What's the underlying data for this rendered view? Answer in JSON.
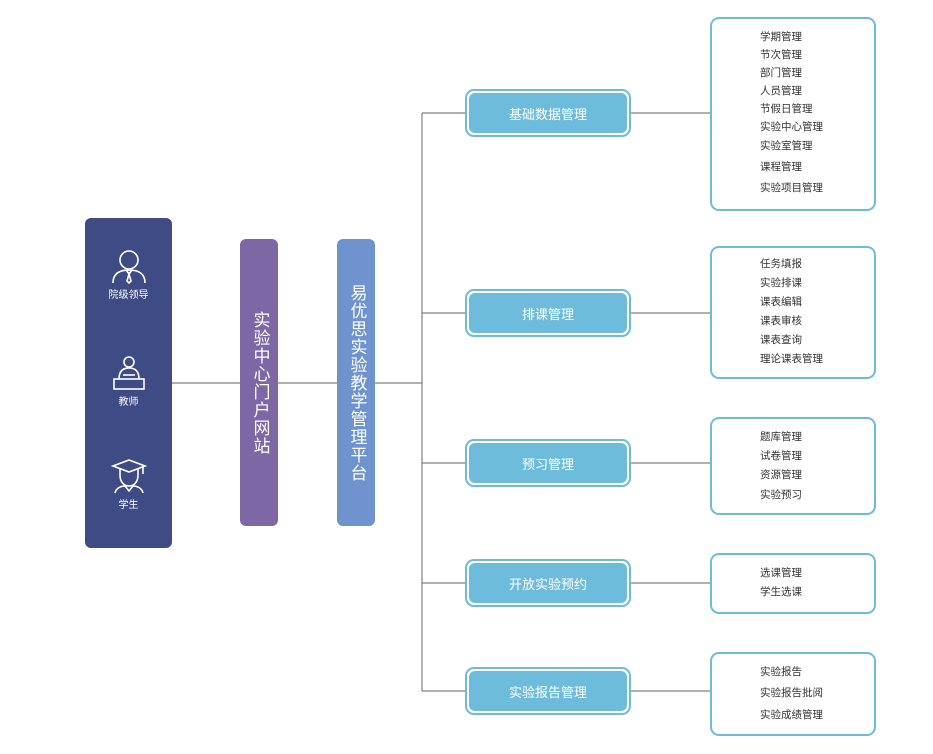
{
  "users": [
    {
      "id": "leader",
      "label": "院级领导",
      "icon": "user-tie-icon"
    },
    {
      "id": "teacher",
      "label": "教师",
      "icon": "teacher-icon"
    },
    {
      "id": "student",
      "label": "学生",
      "icon": "graduate-icon"
    }
  ],
  "portal": {
    "label": "实验中心门户网站"
  },
  "platform": {
    "label": "易优思实验教学管理平台"
  },
  "modules": [
    {
      "label": "基础数据管理",
      "items": [
        "学期管理",
        "节次管理",
        "部门管理",
        "人员管理",
        "节假日管理",
        "实验中心管理",
        "实验室管理",
        "课程管理",
        "实验项目管理"
      ]
    },
    {
      "label": "排课管理",
      "items": [
        "任务填报",
        "实验排课",
        "课表编辑",
        "课表审核",
        "课表查询",
        "理论课表管理"
      ]
    },
    {
      "label": "预习管理",
      "items": [
        "题库管理",
        "试卷管理",
        "资源管理",
        "实验预习"
      ]
    },
    {
      "label": "开放实验预约",
      "items": [
        "选课管理",
        "学生选课"
      ]
    },
    {
      "label": "实验报告管理",
      "items": [
        "实验报告",
        "实验报告批阅",
        "实验成绩管理"
      ]
    }
  ],
  "colors": {
    "users_bg": "#3f4b84",
    "portal_bg": "#7e67a5",
    "platform_bg": "#6f93cf",
    "module": "#6ebcdc",
    "connector": "#808080"
  }
}
